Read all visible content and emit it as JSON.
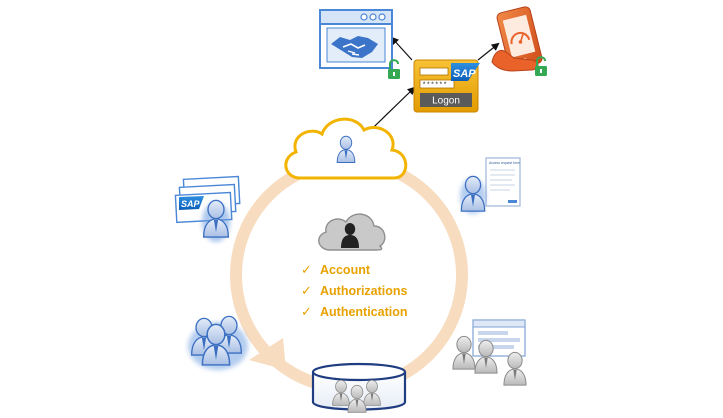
{
  "logon_widget": {
    "brand": "SAP",
    "password_mask": "******",
    "button_label": "Logon"
  },
  "card_stack": {
    "brand": "SAP"
  },
  "request_form": {
    "title": "Access request form"
  },
  "checklist": [
    {
      "label": "Account"
    },
    {
      "label": "Authorizations"
    },
    {
      "label": "Authentication"
    }
  ],
  "colors": {
    "accent_orange": "#f0a30a",
    "cloud_outline": "#f2b400",
    "cycle_ring": "#f8dcc0",
    "user_blue": "#3b6fc2",
    "browser_blue": "#4a87d6",
    "lock_green": "#34a853",
    "phone_orange": "#e8622a",
    "database_navy": "#1f3d80"
  },
  "icons": [
    "browser-window-icon",
    "handshake-icon",
    "unlocked-padlock-icon",
    "smartphone-icon",
    "gauge-icon",
    "hand-icon",
    "cloud-icon",
    "user-icon",
    "database-icon",
    "form-document-icon",
    "checkmark-icon",
    "card-stack-icon"
  ]
}
